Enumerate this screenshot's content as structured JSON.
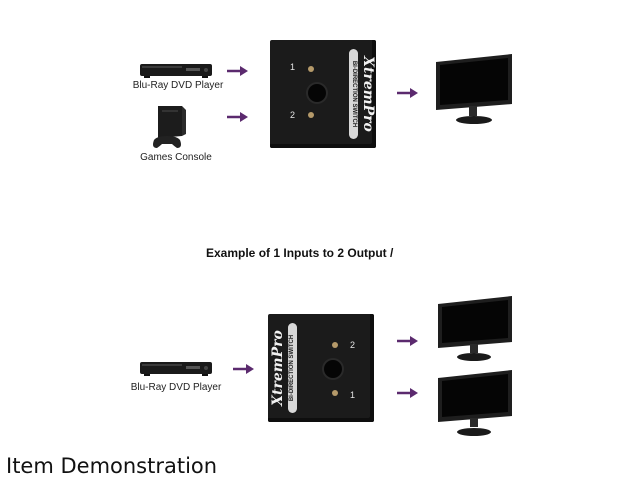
{
  "scenario_top": {
    "inputs": [
      {
        "label": "Blu-Ray DVD Player",
        "icon": "dvd-player-icon"
      },
      {
        "label": "Games Console",
        "icon": "game-console-icon"
      }
    ],
    "switch": {
      "brand": "XtremPro",
      "subtitle": "BI-DIRECTION SWITCH",
      "port_1": "1",
      "port_2": "2"
    },
    "outputs": [
      {
        "icon": "monitor-icon"
      }
    ]
  },
  "middle_title": "Example of 1 Inputs to 2 Output /",
  "scenario_bottom": {
    "inputs": [
      {
        "label": "Blu-Ray DVD Player",
        "icon": "dvd-player-icon"
      }
    ],
    "switch": {
      "brand": "XtremPro",
      "subtitle": "BI-DIRECTION SWITCH",
      "port_1": "1",
      "port_2": "2"
    },
    "outputs": [
      {
        "icon": "monitor-icon"
      },
      {
        "icon": "monitor-icon"
      }
    ]
  },
  "footer_title": "Item Demonstration",
  "colors": {
    "arrow": "#5b2a6e",
    "device": "#1a1a1a",
    "background": "#ffffff"
  }
}
